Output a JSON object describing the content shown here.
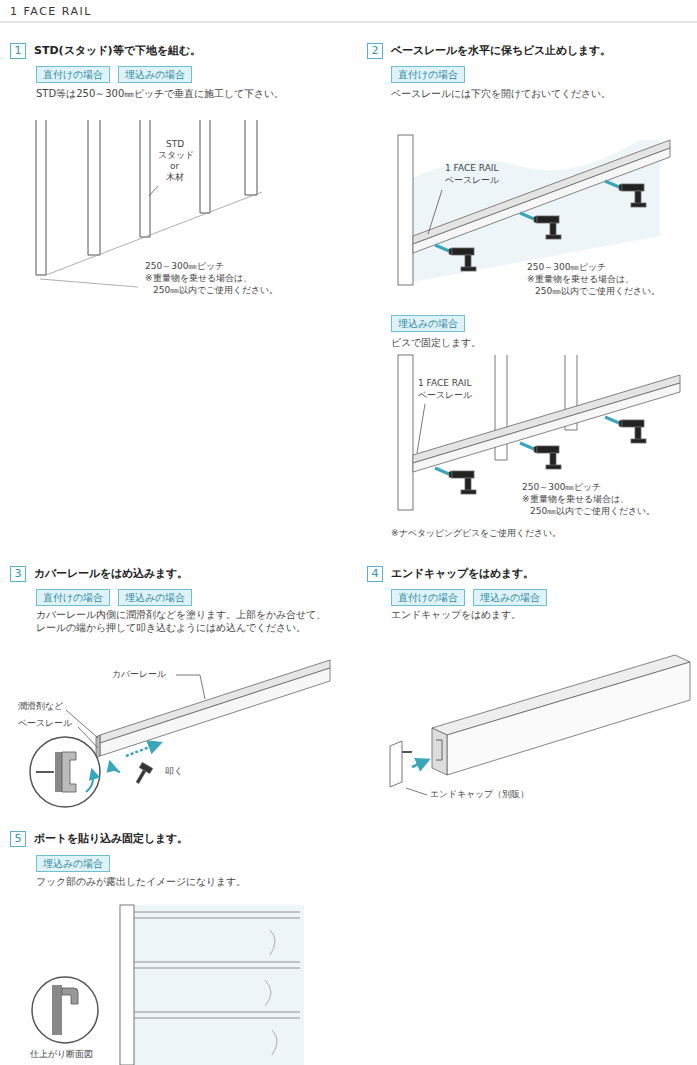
{
  "diagram": {
    "title": "1 FACE RAIL",
    "nodes": [
      {
        "text": [
          "1",
          "STD(スタッド)等で下地を組む。"
        ]
      },
      {
        "text": [
          "直付けの場合"
        ]
      },
      {
        "text": [
          "埋込みの場合"
        ]
      },
      {
        "text": [
          "2",
          "ベースレールを水平に保ちビス止めします。"
        ]
      },
      {
        "text": [
          "直付けの場合"
        ]
      },
      {
        "text": [
          "埋込みの場合"
        ]
      },
      {
        "text": [
          "3",
          "カバーレールをはめ込みます。"
        ]
      },
      {
        "text": [
          "直付けの場合"
        ]
      },
      {
        "text": [
          "埋込みの場合"
        ]
      },
      {
        "text": [
          "4",
          "エンドキャップをはめます。"
        ]
      },
      {
        "text": [
          "直付けの場合"
        ]
      },
      {
        "text": [
          "埋込みの場合"
        ]
      },
      {
        "text": [
          "5",
          "ボートを貼り込み固定します。"
        ]
      },
      {
        "text": [
          "埋込みの場合"
        ]
      }
    ],
    "labels": [
      "STD等は250～300㎜ピッチで垂直に施工して下さい。",
      "STD",
      "スタッド",
      "or",
      "木材",
      "250～300㎜ピッチ",
      "※重量物を乗せる場合は、",
      "250㎜以内でご使用ください。",
      "ベースレールには下穴を開けておいてください。",
      "1 FACE RAIL",
      "ベースレール",
      "250～300㎜ピッチ",
      "※重量物を乗せる場合は、",
      "250㎜以内でご使用ください。",
      "ビスで固定します。",
      "1 FACE RAIL",
      "ベースレール",
      "250～300㎜ピッチ",
      "※重量物を乗せる場合は、",
      "250㎜以内でご使用ください。",
      "※ナベタッピングビスをご使用ください。",
      "カバーレール内側に潤滑剤などを塗ります。上部をかみ合せて、",
      "レールの端から押して叩き込むようにはめ込んでください。",
      "カバーレール",
      "潤滑剤など",
      "ベースレール",
      "叩く",
      "エンドキャップをはめます。",
      "エンドキャップ（別販）",
      "フック部のみが露出したイメージになります。",
      "仕上がり断面図"
    ]
  }
}
